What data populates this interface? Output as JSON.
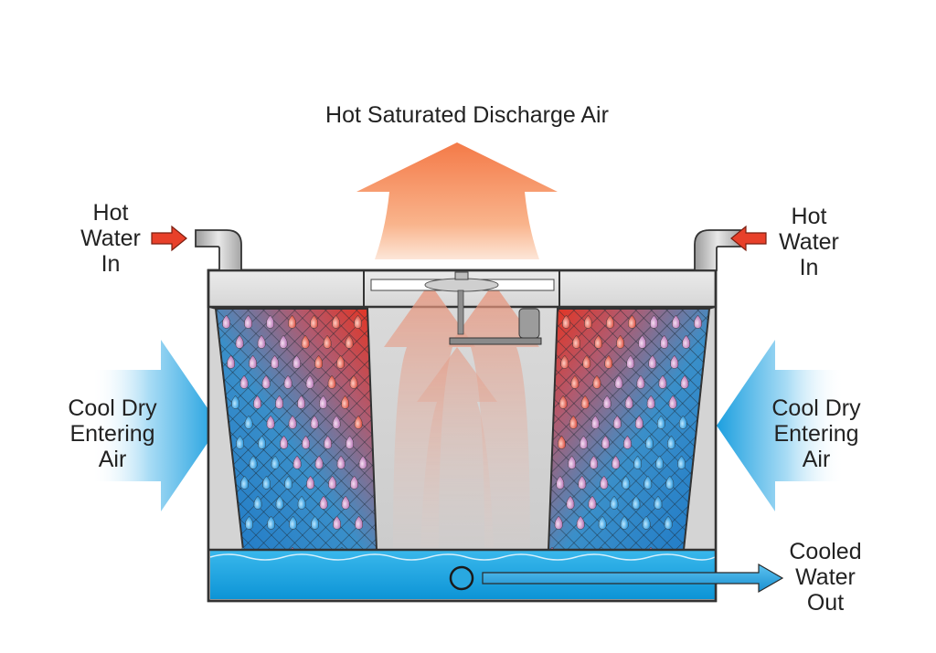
{
  "labels": {
    "discharge_air": "Hot Saturated Discharge Air",
    "hot_water_in_left": [
      "Hot",
      "Water",
      "In"
    ],
    "hot_water_in_right": [
      "Hot",
      "Water",
      "In"
    ],
    "cool_air_left": [
      "Cool Dry",
      "Entering",
      "Air"
    ],
    "cool_air_right": [
      "Cool Dry",
      "Entering",
      "Air"
    ],
    "cooled_water_out": [
      "Cooled",
      "Water",
      "Out"
    ]
  },
  "colors": {
    "hot": "#e8402a",
    "warm_air": "#f4845a",
    "cool_air": "#29a8e0",
    "water": "#1aa3e0",
    "casing": "#d9d9d9",
    "outline": "#333333"
  }
}
